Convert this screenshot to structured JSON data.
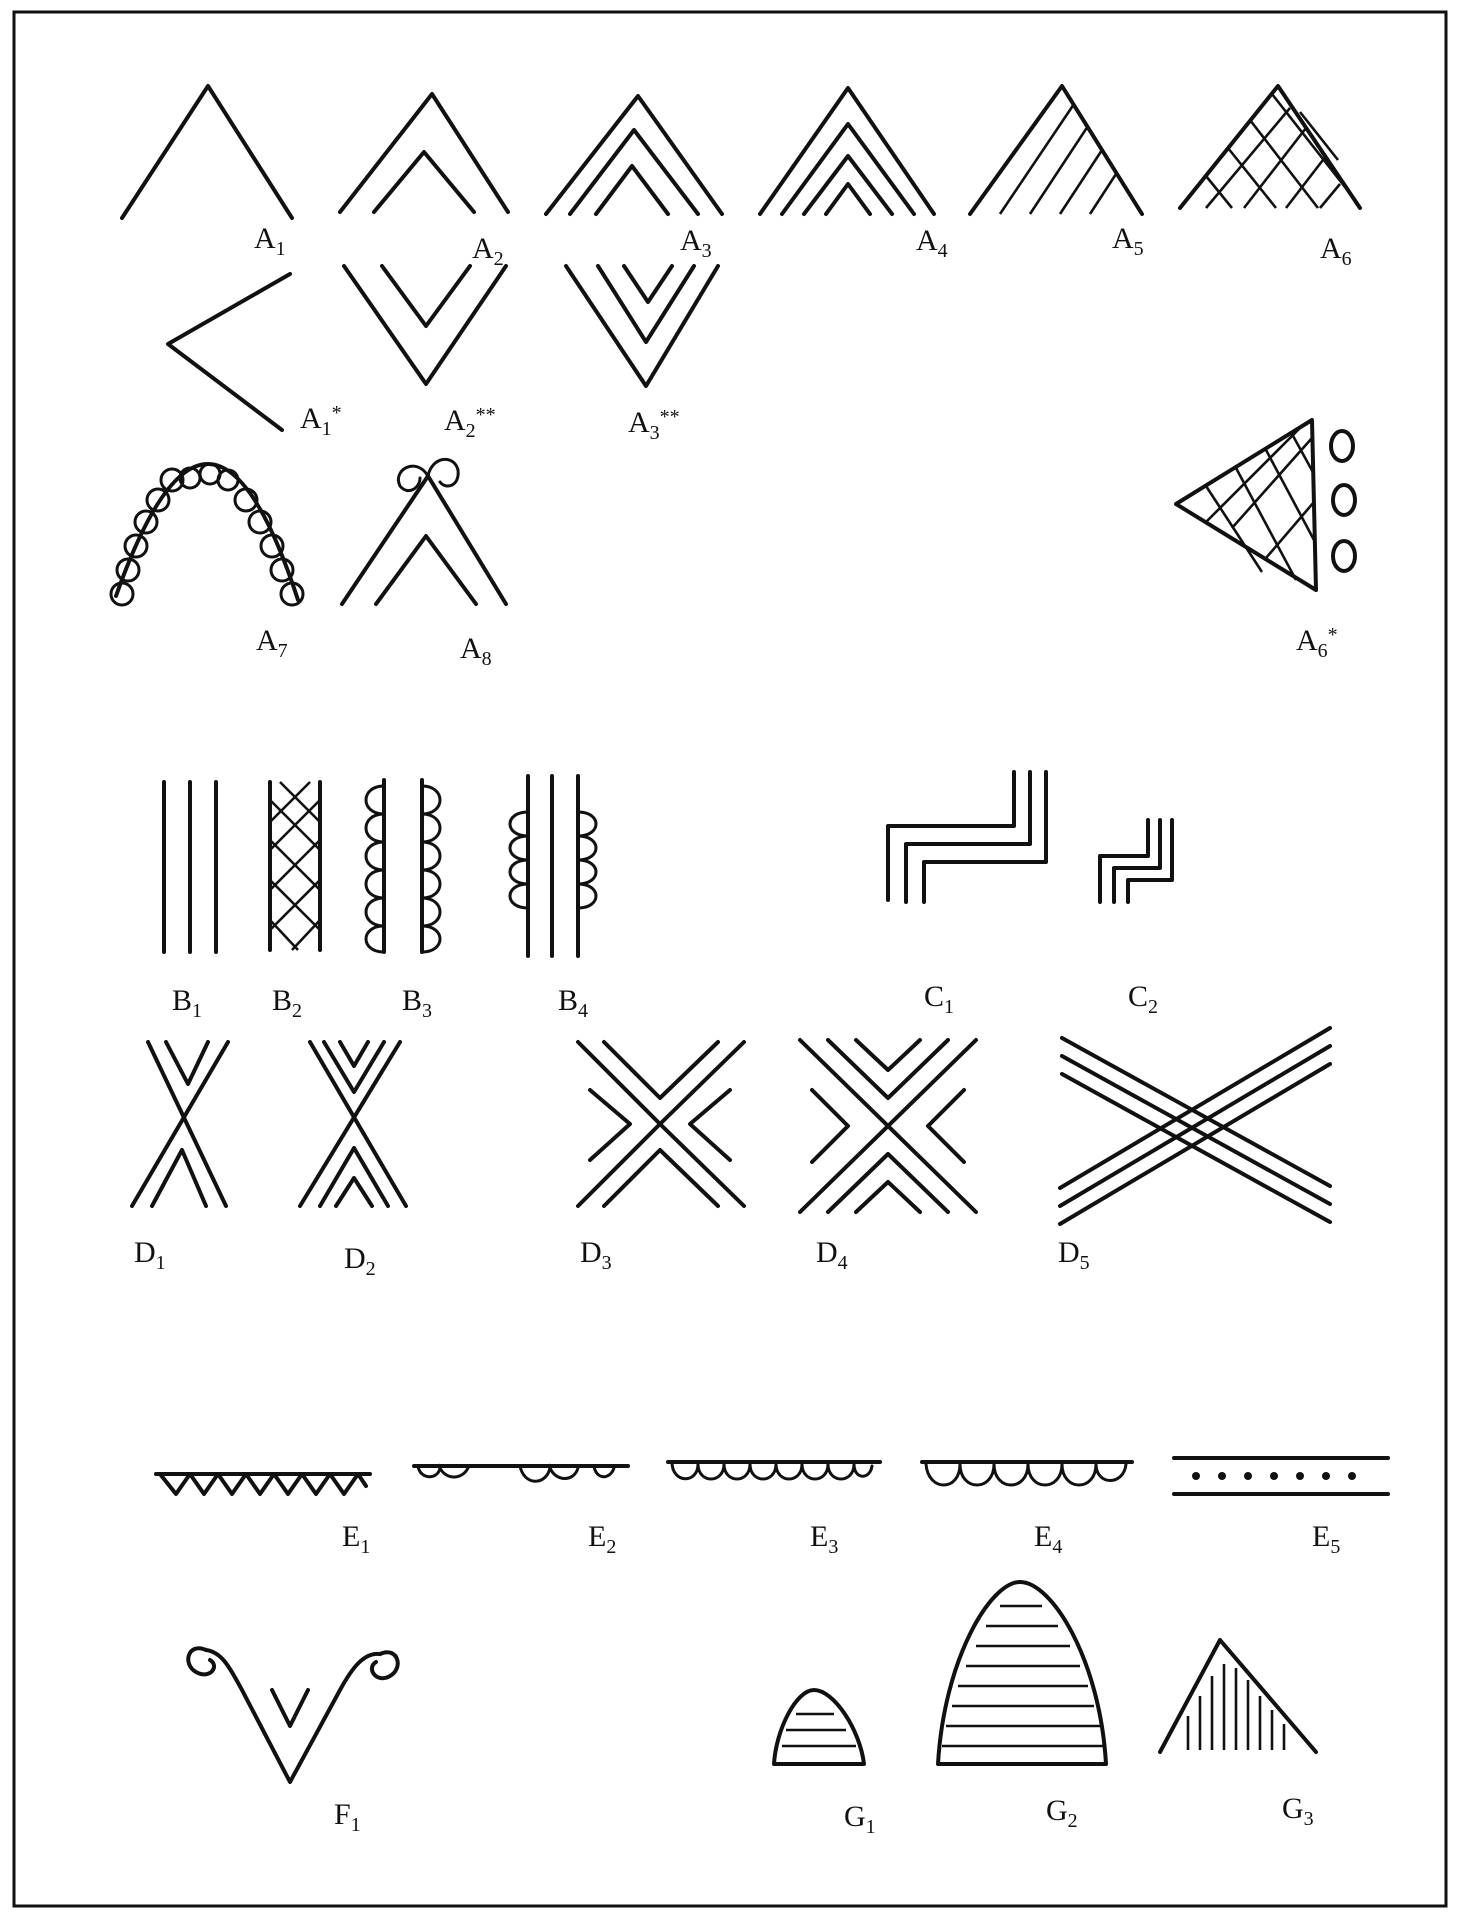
{
  "figure": {
    "labels": {
      "A1": {
        "base": "A",
        "sub": "1"
      },
      "A2": {
        "base": "A",
        "sub": "2"
      },
      "A3": {
        "base": "A",
        "sub": "3"
      },
      "A4": {
        "base": "A",
        "sub": "4"
      },
      "A5": {
        "base": "A",
        "sub": "5"
      },
      "A6": {
        "base": "A",
        "sub": "6"
      },
      "A1s": {
        "base": "A",
        "sub": "1",
        "mark": "*"
      },
      "A2ss": {
        "base": "A",
        "sub": "2",
        "mark": "**"
      },
      "A3ss": {
        "base": "A",
        "sub": "3",
        "mark": "**"
      },
      "A7": {
        "base": "A",
        "sub": "7"
      },
      "A8": {
        "base": "A",
        "sub": "8"
      },
      "A6s": {
        "base": "A",
        "sub": "6",
        "mark": "*"
      },
      "B1": {
        "base": "B",
        "sub": "1"
      },
      "B2": {
        "base": "B",
        "sub": "2"
      },
      "B3": {
        "base": "B",
        "sub": "3"
      },
      "B4": {
        "base": "B",
        "sub": "4"
      },
      "C1": {
        "base": "C",
        "sub": "1"
      },
      "C2": {
        "base": "C",
        "sub": "2"
      },
      "D1": {
        "base": "D",
        "sub": "1"
      },
      "D2": {
        "base": "D",
        "sub": "2"
      },
      "D3": {
        "base": "D",
        "sub": "3"
      },
      "D4": {
        "base": "D",
        "sub": "4"
      },
      "D5": {
        "base": "D",
        "sub": "5"
      },
      "E1": {
        "base": "E",
        "sub": "1"
      },
      "E2": {
        "base": "E",
        "sub": "2"
      },
      "E3": {
        "base": "E",
        "sub": "3"
      },
      "E4": {
        "base": "E",
        "sub": "4"
      },
      "E5": {
        "base": "E",
        "sub": "5"
      },
      "F1": {
        "base": "F",
        "sub": "1"
      },
      "G1": {
        "base": "G",
        "sub": "1"
      },
      "G2": {
        "base": "G",
        "sub": "2"
      },
      "G3": {
        "base": "G",
        "sub": "3"
      }
    }
  }
}
